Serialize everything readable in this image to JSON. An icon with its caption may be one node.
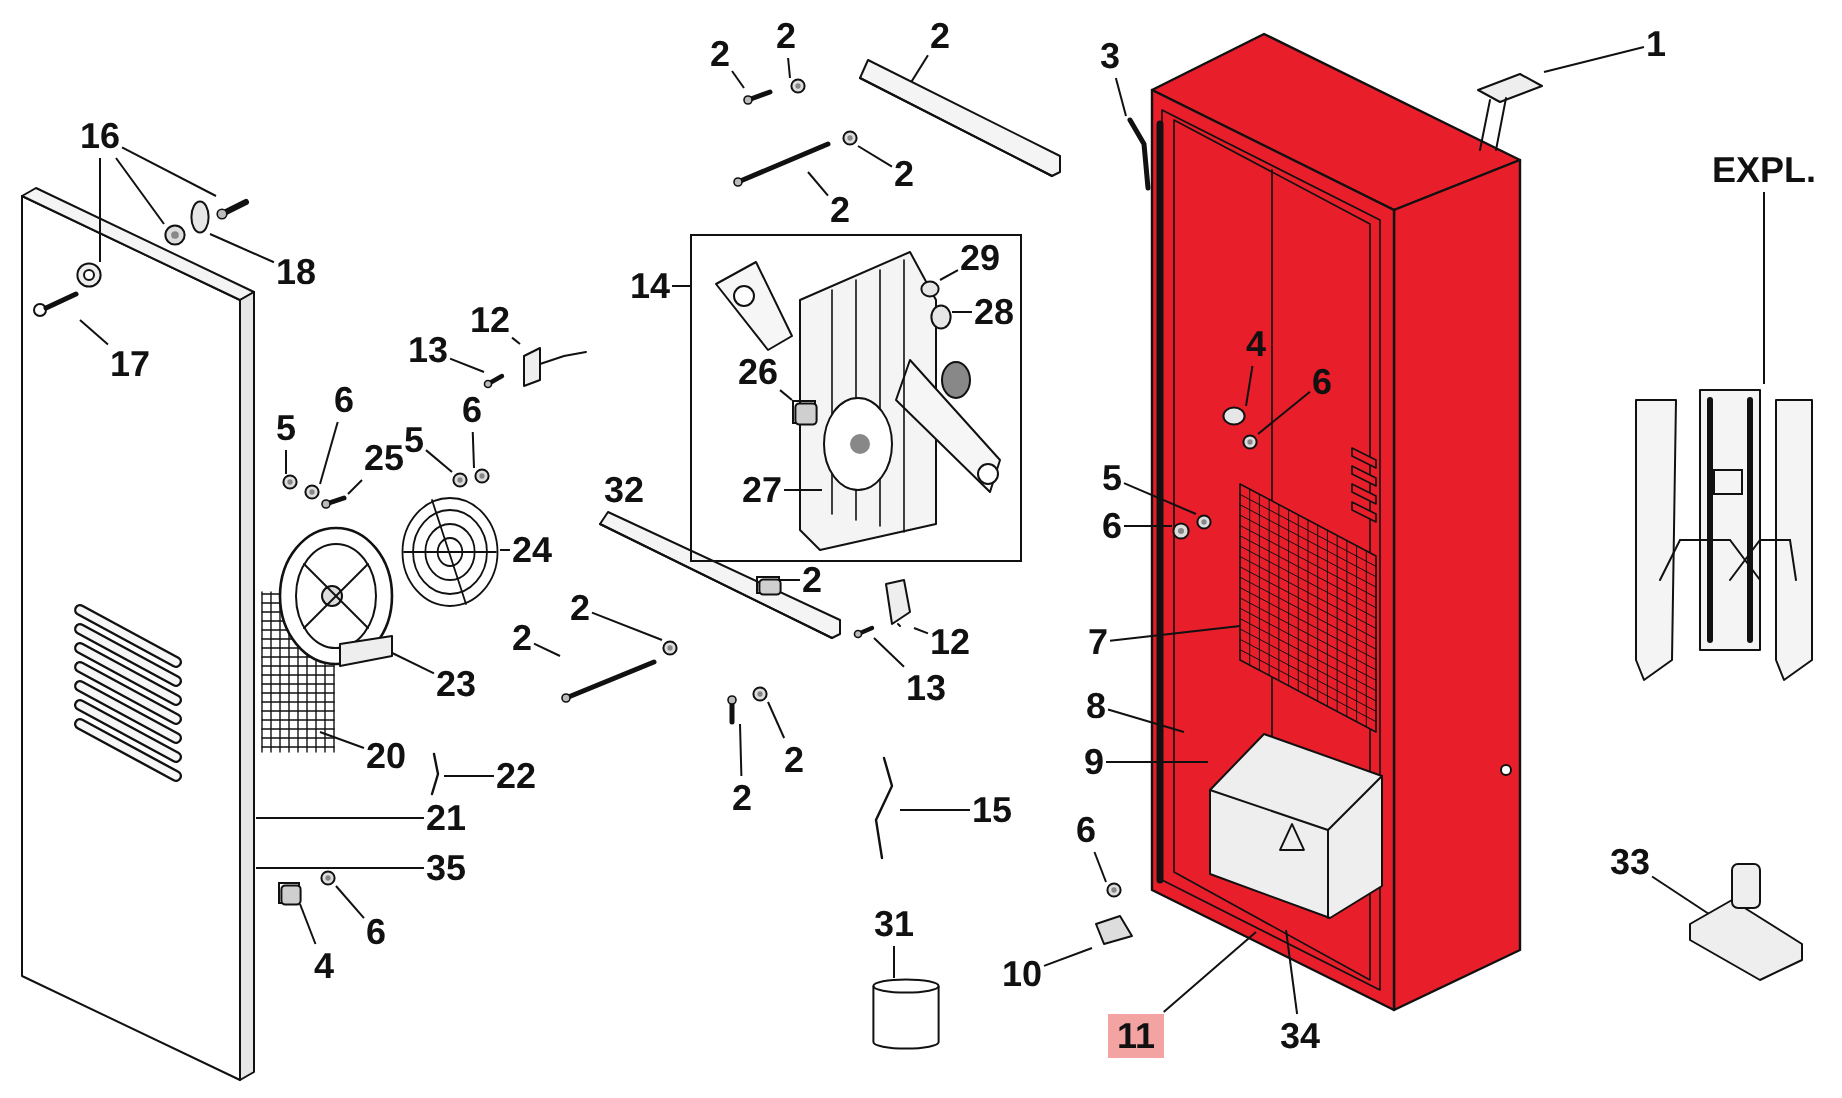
{
  "diagram": {
    "nodes": [
      {
        "text": [],
        "shape": "picture"
      },
      {
        "text": [],
        "shape": "picture"
      },
      {
        "text": [],
        "shape": "picture"
      },
      {
        "text": [
          "16"
        ]
      },
      {
        "text": [
          "2"
        ]
      },
      {
        "text": [
          "2"
        ]
      },
      {
        "text": [
          "2"
        ]
      },
      {
        "text": [
          "1"
        ]
      },
      {
        "text": [
          "3"
        ]
      },
      {
        "text": [
          "2"
        ]
      },
      {
        "text": [
          "2"
        ]
      },
      {
        "text": [
          "EXPL."
        ]
      },
      {
        "text": [
          "18"
        ]
      },
      {
        "text": [
          "14"
        ]
      },
      {
        "text": [],
        "shape": "box"
      },
      {
        "text": [
          "29"
        ],
        "in": 14
      },
      {
        "text": [
          "28"
        ],
        "in": 14
      },
      {
        "text": [
          "26"
        ],
        "in": 14
      },
      {
        "text": [
          "27"
        ],
        "in": 14
      },
      {
        "text": [
          "17"
        ],
        "in": 0
      },
      {
        "text": [
          "12"
        ]
      },
      {
        "text": [
          "13"
        ]
      },
      {
        "text": [
          "5"
        ]
      },
      {
        "text": [
          "6"
        ]
      },
      {
        "text": [
          "25"
        ]
      },
      {
        "text": [
          "5"
        ]
      },
      {
        "text": [
          "6"
        ]
      },
      {
        "text": [
          "4"
        ],
        "in": 1
      },
      {
        "text": [
          "6"
        ],
        "in": 1
      },
      {
        "text": [
          "5"
        ]
      },
      {
        "text": [
          "6"
        ]
      },
      {
        "text": [
          "24"
        ]
      },
      {
        "text": [
          "32"
        ]
      },
      {
        "text": [
          "2"
        ],
        "in": 2
      },
      {
        "text": [
          "2"
        ]
      },
      {
        "text": [
          "2"
        ]
      },
      {
        "text": [
          "12"
        ]
      },
      {
        "text": [
          "13"
        ]
      },
      {
        "text": [
          "7"
        ]
      },
      {
        "text": [
          "23"
        ]
      },
      {
        "text": [
          "8"
        ]
      },
      {
        "text": [
          "20"
        ]
      },
      {
        "text": [
          "22"
        ]
      },
      {
        "text": [
          "9"
        ]
      },
      {
        "text": [
          "2"
        ]
      },
      {
        "text": [
          "2"
        ]
      },
      {
        "text": [
          "15"
        ]
      },
      {
        "text": [
          "21"
        ]
      },
      {
        "text": [
          "35"
        ]
      },
      {
        "text": [
          "6"
        ]
      },
      {
        "text": [
          "33"
        ]
      },
      {
        "text": [
          "6"
        ]
      },
      {
        "text": [
          "4"
        ]
      },
      {
        "text": [
          "31"
        ]
      },
      {
        "text": [
          "10"
        ]
      },
      {
        "text": [
          "11"
        ]
      },
      {
        "text": [
          "34"
        ]
      },
      {
        "text": [],
        "shape": "picture",
        "in": 0
      },
      {
        "text": [],
        "shape": "picture",
        "in": 0
      },
      {
        "text": [],
        "shape": "picture",
        "in": 0
      },
      {
        "text": [],
        "shape": "circle",
        "in": 0
      },
      {
        "text": [],
        "shape": "picture",
        "in": 0
      },
      {
        "text": [],
        "shape": "picture"
      },
      {
        "text": [],
        "shape": "picture"
      },
      {
        "text": [],
        "shape": "picture"
      },
      {
        "text": [],
        "shape": "picture"
      },
      {
        "text": [],
        "shape": "picture"
      },
      {
        "text": [],
        "shape": "picture"
      },
      {
        "text": [],
        "shape": "picture"
      },
      {
        "text": [],
        "shape": "picture"
      },
      {
        "text": [],
        "shape": "circle",
        "in": 14
      },
      {
        "text": [],
        "shape": "circle",
        "in": 14
      },
      {
        "text": [],
        "shape": "box",
        "in": 14
      },
      {
        "text": [],
        "shape": "picture",
        "in": 14
      },
      {
        "text": [],
        "shape": "picture"
      },
      {
        "text": [],
        "shape": "picture"
      },
      {
        "text": [],
        "shape": "picture"
      },
      {
        "text": [],
        "shape": "picture"
      },
      {
        "text": [],
        "shape": "picture"
      },
      {
        "text": [],
        "shape": "picture"
      },
      {
        "text": [],
        "shape": "picture"
      },
      {
        "text": [],
        "shape": "picture"
      },
      {
        "text": [],
        "shape": "picture"
      },
      {
        "text": [],
        "shape": "box",
        "in": 2
      },
      {
        "text": [],
        "shape": "picture"
      },
      {
        "text": [],
        "shape": "picture"
      },
      {
        "text": [],
        "shape": "picture"
      },
      {
        "text": [],
        "shape": "picture"
      },
      {
        "text": [],
        "shape": "picture"
      },
      {
        "text": [],
        "shape": "picture",
        "in": 1
      },
      {
        "text": [],
        "shape": "picture"
      },
      {
        "text": [],
        "shape": "picture"
      },
      {
        "text": [],
        "shape": "picture"
      },
      {
        "text": [],
        "shape": "picture"
      },
      {
        "text": [],
        "shape": "picture"
      },
      {
        "text": [],
        "shape": "picture"
      },
      {
        "text": [],
        "shape": "box"
      },
      {
        "text": [],
        "shape": "cylinder"
      },
      {
        "text": [],
        "shape": "picture"
      },
      {
        "text": [],
        "shape": "circle",
        "in": 1
      },
      {
        "text": [],
        "shape": "picture",
        "in": 1
      },
      {
        "text": [],
        "shape": "picture",
        "in": 1
      },
      {
        "text": [],
        "shape": "picture",
        "in": 1
      }
    ],
    "edges": [
      {
        "from": 3,
        "to": 57,
        "arrow": "none"
      },
      {
        "from": 3,
        "to": 58,
        "arrow": "none"
      },
      {
        "from": 3,
        "to": 59,
        "arrow": "none"
      },
      {
        "from": 4,
        "to": 62,
        "arrow": "none"
      },
      {
        "from": 5,
        "to": 63,
        "arrow": "none"
      },
      {
        "from": 6,
        "to": 64,
        "arrow": "none"
      },
      {
        "from": 7,
        "to": 67,
        "arrow": "none"
      },
      {
        "from": 8,
        "to": 68,
        "arrow": "none"
      },
      {
        "from": 9,
        "to": 65,
        "arrow": "none"
      },
      {
        "from": 10,
        "to": 66,
        "arrow": "none"
      },
      {
        "from": 11,
        "to": 69,
        "arrow": "none"
      },
      {
        "from": 12,
        "to": 60,
        "arrow": "none"
      },
      {
        "from": 13,
        "to": 14,
        "arrow": "none"
      },
      {
        "from": 15,
        "to": 70,
        "arrow": "none"
      },
      {
        "from": 16,
        "to": 71,
        "arrow": "none"
      },
      {
        "from": 17,
        "to": 72,
        "arrow": "none"
      },
      {
        "from": 18,
        "to": 73,
        "arrow": "none"
      },
      {
        "from": 19,
        "to": 61,
        "arrow": "none"
      },
      {
        "from": 20,
        "to": 74,
        "arrow": "none"
      },
      {
        "from": 21,
        "to": 75,
        "arrow": "none"
      },
      {
        "from": 22,
        "to": 76,
        "arrow": "none"
      },
      {
        "from": 23,
        "to": 77,
        "arrow": "none"
      },
      {
        "from": 24,
        "to": 78,
        "arrow": "none"
      },
      {
        "from": 25,
        "to": 79,
        "arrow": "none"
      },
      {
        "from": 26,
        "to": 80,
        "arrow": "none"
      },
      {
        "from": 27,
        "to": 99,
        "arrow": "none"
      },
      {
        "from": 28,
        "to": 100,
        "arrow": "none"
      },
      {
        "from": 29,
        "to": 101,
        "arrow": "none"
      },
      {
        "from": 30,
        "to": 102,
        "arrow": "none"
      },
      {
        "from": 31,
        "to": 81,
        "arrow": "none"
      },
      {
        "from": 32,
        "to": 2,
        "arrow": "none"
      },
      {
        "from": 33,
        "to": 83,
        "arrow": "none"
      },
      {
        "from": 34,
        "to": 84,
        "arrow": "none"
      },
      {
        "from": 35,
        "to": 85,
        "arrow": "none"
      },
      {
        "from": 36,
        "to": 86,
        "arrow": "none"
      },
      {
        "from": 37,
        "to": 87,
        "arrow": "none"
      },
      {
        "from": 38,
        "to": 1,
        "arrow": "none"
      },
      {
        "from": 39,
        "to": 82,
        "arrow": "none"
      },
      {
        "from": 40,
        "to": 1,
        "arrow": "none"
      },
      {
        "from": 41,
        "to": 82,
        "arrow": "none"
      },
      {
        "from": 42,
        "to": 88,
        "arrow": "none"
      },
      {
        "from": 43,
        "to": 89,
        "arrow": "none"
      },
      {
        "from": 44,
        "to": 90,
        "arrow": "none"
      },
      {
        "from": 45,
        "to": 91,
        "arrow": "none"
      },
      {
        "from": 46,
        "to": 92,
        "arrow": "none"
      },
      {
        "from": 47,
        "to": 0,
        "arrow": "none"
      },
      {
        "from": 48,
        "to": 0,
        "arrow": "none"
      },
      {
        "from": 49,
        "to": 93,
        "arrow": "none"
      },
      {
        "from": 50,
        "to": 94,
        "arrow": "none"
      },
      {
        "from": 51,
        "to": 95,
        "arrow": "none"
      },
      {
        "from": 52,
        "to": 96,
        "arrow": "none"
      },
      {
        "from": 53,
        "to": 97,
        "arrow": "none"
      },
      {
        "from": 54,
        "to": 98,
        "arrow": "none"
      },
      {
        "from": 55,
        "to": 1,
        "arrow": "none"
      },
      {
        "from": 56,
        "to": 1,
        "arrow": "none"
      }
    ]
  }
}
